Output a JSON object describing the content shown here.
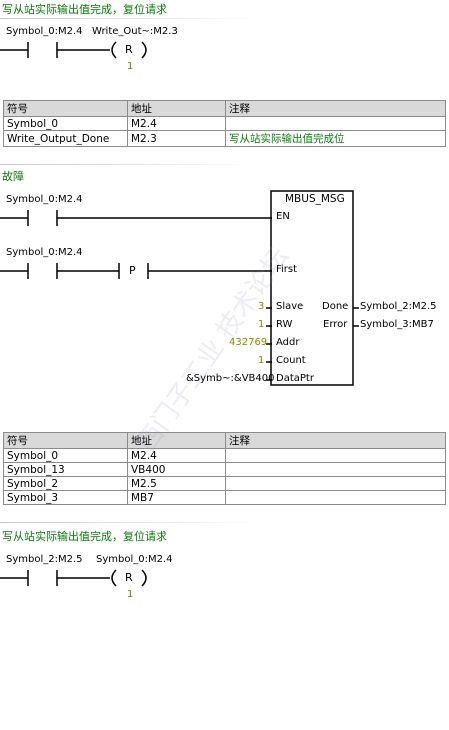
{
  "net1": {
    "comment": "写从站实际输出值完成，复位请求",
    "contact_label": "Symbol_0:M2.4",
    "coil_label": "Write_Out~:M2.3",
    "coil_letter": "R",
    "coil_count": "1"
  },
  "table1": {
    "headers": [
      "符号",
      "地址",
      "注释"
    ],
    "rows": [
      [
        "Symbol_0",
        "M2.4",
        ""
      ],
      [
        "Write_Output_Done",
        "M2.3",
        "写从站实际输出值完成位"
      ]
    ]
  },
  "net2": {
    "comment": "故障",
    "box_title": "MBUS_MSG",
    "contact1_label": "Symbol_0:M2.4",
    "contact2_label": "Symbol_0:M2.4",
    "p_label": "P",
    "pins_left": [
      "EN",
      "First",
      "Slave",
      "RW",
      "Addr",
      "Count",
      "DataPtr"
    ],
    "pins_right": [
      "Done",
      "Error"
    ],
    "in_slave": "3",
    "in_rw": "1",
    "in_addr": "432769",
    "in_count": "1",
    "in_dataptr": "&Symb~:&VB400",
    "out_done": "Symbol_2:M2.5",
    "out_error": "Symbol_3:MB7"
  },
  "table2": {
    "headers": [
      "符号",
      "地址",
      "注释"
    ],
    "rows": [
      [
        "Symbol_0",
        "M2.4",
        ""
      ],
      [
        "Symbol_13",
        "VB400",
        ""
      ],
      [
        "Symbol_2",
        "M2.5",
        ""
      ],
      [
        "Symbol_3",
        "MB7",
        ""
      ]
    ]
  },
  "net3": {
    "comment": "写从站实际输出值完成，复位请求",
    "contact_label": "Symbol_2:M2.5",
    "coil_label": "Symbol_0:M2.4",
    "coil_letter": "R",
    "coil_count": "1"
  },
  "watermark": "西门子工业 技术论坛"
}
